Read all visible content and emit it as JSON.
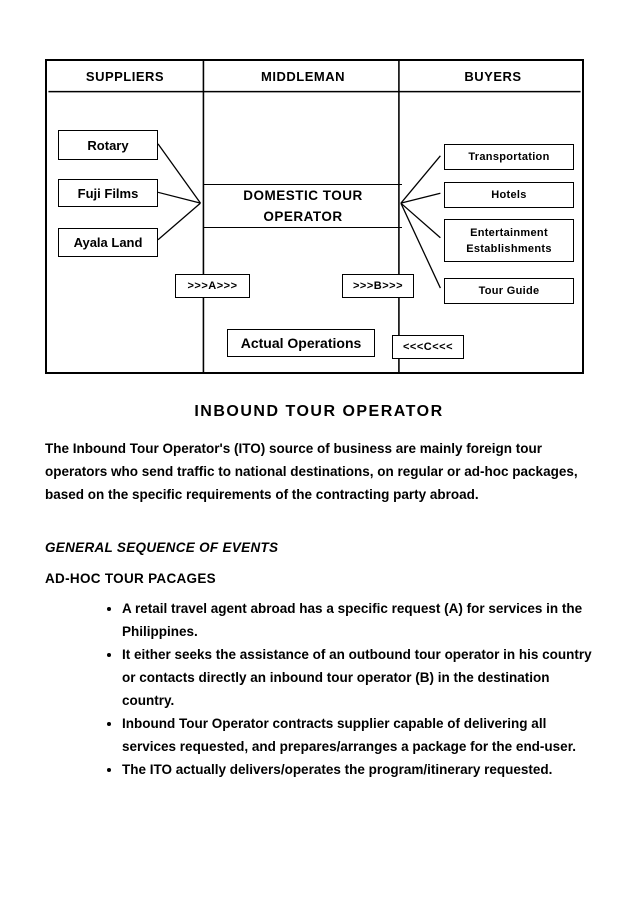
{
  "diagram": {
    "headers": [
      "SUPPLIERS",
      "MIDDLEMAN",
      "BUYERS"
    ],
    "suppliers": [
      "Rotary",
      "Fuji Films",
      "Ayala Land"
    ],
    "operator": {
      "line1": "DOMESTIC TOUR",
      "line2": "OPERATOR"
    },
    "buyers": [
      "Transportation",
      "Hotels",
      "Entertainment Establishments",
      "Tour Guide"
    ],
    "flow_a": ">>>A>>>",
    "flow_b": ">>>B>>>",
    "flow_c": "<<<C<<<",
    "actual_operations": "Actual Operations"
  },
  "content": {
    "title": "INBOUND TOUR OPERATOR",
    "intro": "The Inbound Tour Operator's (ITO) source of business are mainly foreign tour operators who send traffic to national destinations, on regular or ad-hoc packages, based on the specific requirements of the contracting party abroad.",
    "section_heading": "GENERAL SEQUENCE OF EVENTS",
    "subsection_heading": "AD-HOC TOUR PACAGES",
    "bullets": [
      "A retail travel agent abroad has a specific request (A) for services in the Philippines.",
      "It either seeks the assistance of an outbound tour operator in his country or contacts directly an inbound tour operator (B) in the destination country.",
      "Inbound Tour Operator contracts supplier capable of delivering all services requested, and prepares/arranges a package for the end-user.",
      "The ITO actually delivers/operates the program/itinerary requested."
    ]
  },
  "colors": {
    "text": "#000000",
    "border": "#000000",
    "background": "#ffffff"
  }
}
